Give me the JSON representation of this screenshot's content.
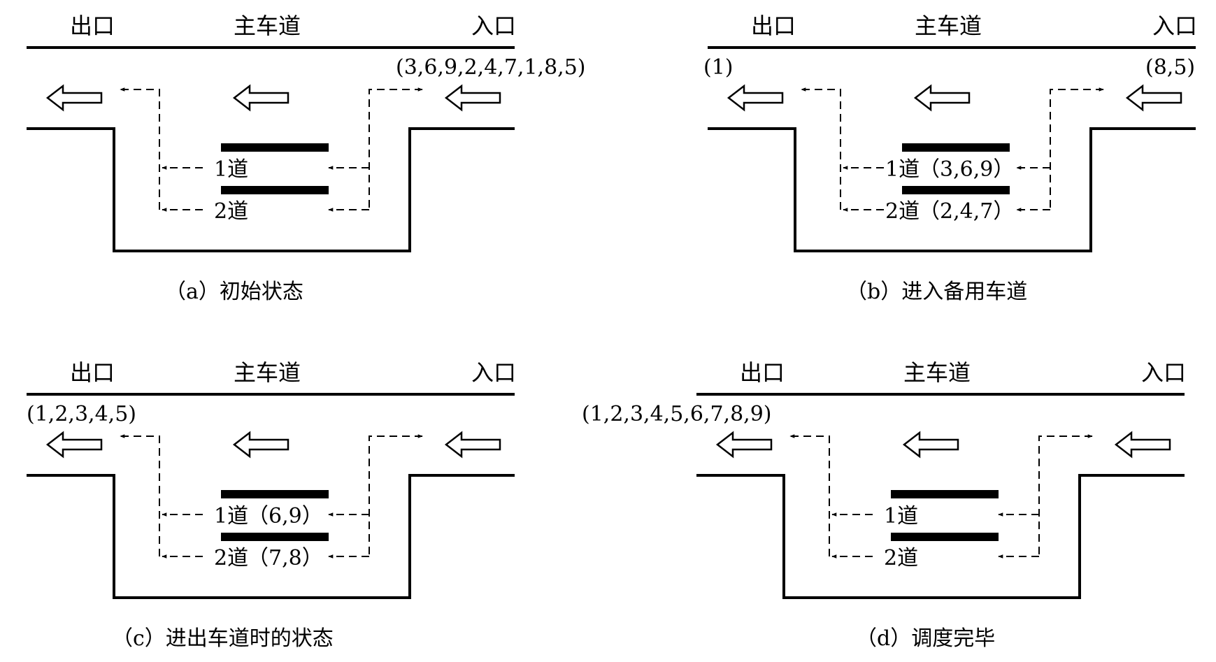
{
  "labels": {
    "exit": "出口",
    "main_road": "主车道",
    "entrance": "入口",
    "lane1": "1道",
    "lane2": "2道"
  },
  "panels": [
    {
      "id": "a",
      "caption": "（a）初始状态",
      "queue_in": "(3,6,9,2,4,7,1,8,5)",
      "queue_out": "",
      "lane1_cars": "",
      "lane2_cars": ""
    },
    {
      "id": "b",
      "caption": "（b）进入备用车道",
      "queue_in": "(8,5)",
      "queue_out": "(1)",
      "lane1_cars": "（3,6,9）",
      "lane2_cars": "（2,4,7）"
    },
    {
      "id": "c",
      "caption": "（c）进出车道时的状态",
      "queue_in": "",
      "queue_out": "(1,2,3,4,5)",
      "lane1_cars": "（6,9）",
      "lane2_cars": "（7,8）"
    },
    {
      "id": "d",
      "caption": "（d）调度完毕",
      "queue_in": "",
      "queue_out": "(1,2,3,4,5,6,7,8,9)",
      "lane1_cars": "",
      "lane2_cars": ""
    }
  ]
}
